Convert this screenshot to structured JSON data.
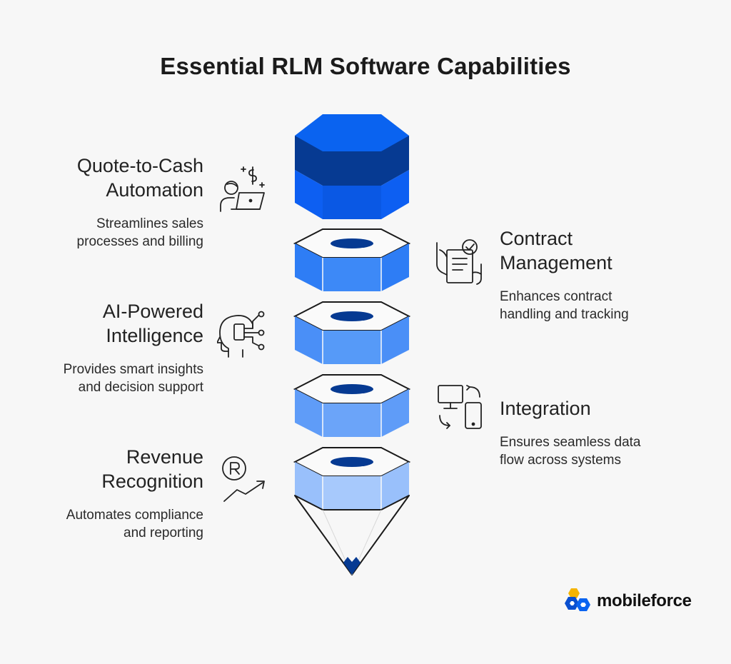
{
  "title": "Essential RLM Software Capabilities",
  "features": [
    {
      "id": "q2c",
      "head": [
        "Quote-to-Cash",
        "Automation"
      ],
      "desc": [
        "Streamlines sales",
        "processes and billing"
      ],
      "icon": "sales-person-laptop-icon"
    },
    {
      "id": "contract",
      "head": [
        "Contract",
        "Management"
      ],
      "desc": [
        "Enhances contract",
        "handling and tracking"
      ],
      "icon": "contract-checklist-icon"
    },
    {
      "id": "ai",
      "head": [
        "AI-Powered",
        "Intelligence"
      ],
      "desc": [
        "Provides smart insights",
        "and decision support"
      ],
      "icon": "ai-head-circuit-icon"
    },
    {
      "id": "integration",
      "head": [
        "Integration"
      ],
      "desc": [
        "Ensures seamless data",
        "flow across systems"
      ],
      "icon": "devices-sync-icon"
    },
    {
      "id": "revenue",
      "head": [
        "Revenue",
        "Recognition"
      ],
      "desc": [
        "Automates compliance",
        "and reporting"
      ],
      "icon": "registered-growth-icon"
    }
  ],
  "colors": {
    "cap_top": "#0a63f0",
    "cap_band": "#063a92",
    "cap_front": "#0d5ff2",
    "segment_1": "#2e7df5",
    "segment_2": "#4a8ff7",
    "segment_3": "#5f9cf8",
    "segment_4": "#99c0fb",
    "hole": "#063a92",
    "tip": "#063a92"
  },
  "brand": {
    "name": "mobileforce",
    "logo_icon": "mobileforce-hex-logo-icon"
  }
}
